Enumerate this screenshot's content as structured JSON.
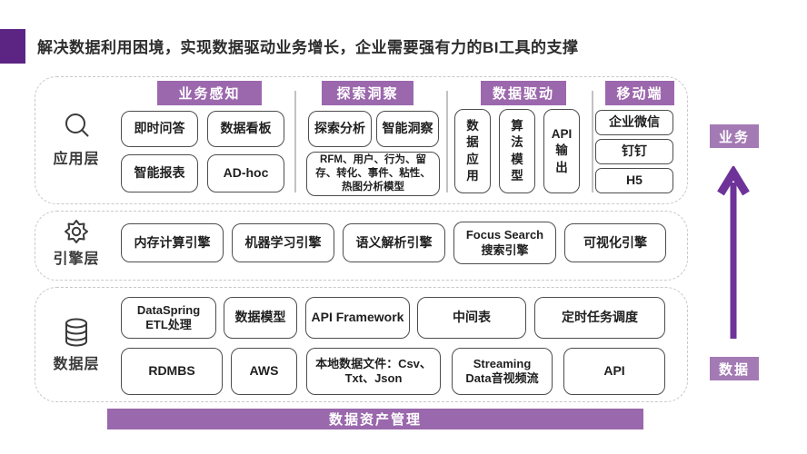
{
  "title": {
    "text": "解决数据利用困境，实现数据驱动业务增长，企业需要强有力的BI工具的支撑"
  },
  "colors": {
    "accent_dark_purple": "#5d2583",
    "badge_purple": "#9c68ad",
    "axis_badge_purple": "#a47ab4",
    "arrow_purple": "#6e3399",
    "bottom_bar_purple": "#9a68ac",
    "box_border": "#4d4d4d",
    "dashed_border": "#c8c8c8"
  },
  "app_layer": {
    "label": "应用层",
    "icon": "magnifier-icon",
    "sections": {
      "biz": {
        "header": "业务感知",
        "items": [
          "即时问答",
          "数据看板",
          "智能报表",
          "AD-hoc"
        ]
      },
      "explore": {
        "header": "探索洞察",
        "items": [
          "探索分析",
          "智能洞察"
        ],
        "model_box": "RFM、用户、行为、留存、转化、事件、粘性、热图分析模型"
      },
      "drive": {
        "header": "数据驱动",
        "items": [
          "数\n据\n应\n用",
          "算\n法\n模\n型",
          "API\n输\n出"
        ]
      },
      "mobile": {
        "header": "移动端",
        "items": [
          "企业微信",
          "钉钉",
          "H5"
        ]
      }
    }
  },
  "engine_layer": {
    "label": "引擎层",
    "icon": "gear-icon",
    "items": [
      "内存计算引擎",
      "机器学习引擎",
      "语义解析引擎",
      "Focus Search\n搜索引擎",
      "可视化引擎"
    ]
  },
  "data_layer": {
    "label": "数据层",
    "icon": "database-icon",
    "row1": [
      "DataSpring\nETL处理",
      "数据模型",
      "API Framework",
      "中间表",
      "定时任务调度"
    ],
    "row2": [
      "RDMBS",
      "AWS",
      "本地数据文件：Csv、\nTxt、Json",
      "Streaming\nData音视频流",
      "API"
    ]
  },
  "bottom_bar": {
    "label": "数据资产管理"
  },
  "right_axis": {
    "top": "业务",
    "bottom": "数据"
  }
}
